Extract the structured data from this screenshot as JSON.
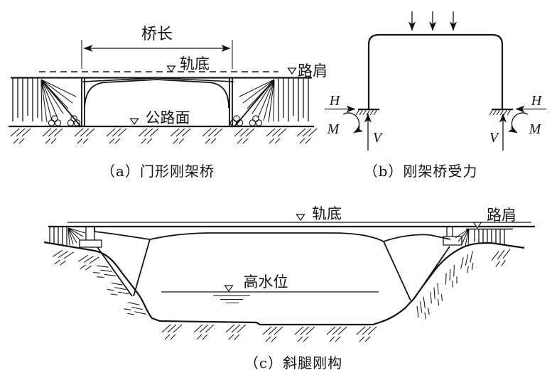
{
  "colors": {
    "background": "#ffffff",
    "ink": "#141414"
  },
  "panel_a": {
    "caption": "（a）门形刚架桥",
    "dim_bridge_length": "桥长",
    "rail_bottom": "轨底",
    "road_shoulder": "路肩",
    "highway_surface": "公路面"
  },
  "panel_b": {
    "caption": "（b）刚架桥受力",
    "h_left": "H",
    "h_right": "H",
    "m_left": "M",
    "m_right": "M",
    "v_left": "V",
    "v_right": "V"
  },
  "panel_c": {
    "caption": "（c）斜腿刚构",
    "rail_bottom": "轨底",
    "road_shoulder": "路肩",
    "high_water": "高水位"
  }
}
